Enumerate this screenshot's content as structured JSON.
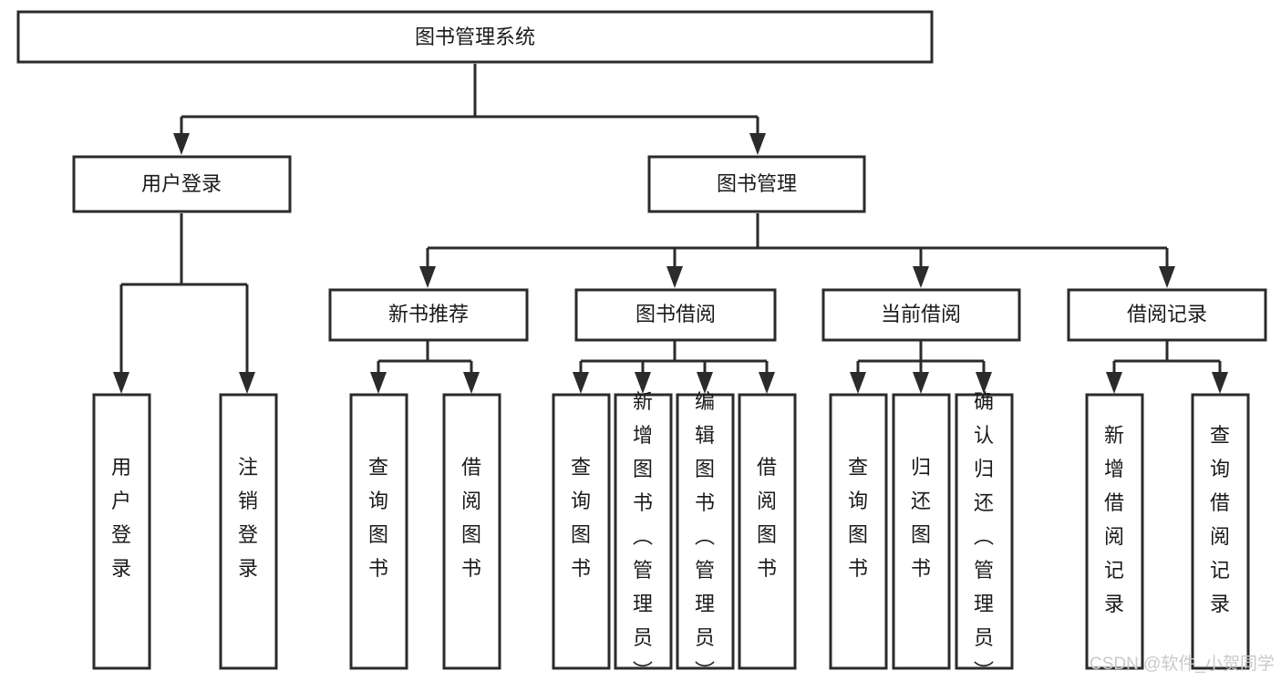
{
  "diagram": {
    "type": "tree",
    "title": "图书管理系统",
    "colors": {
      "box_stroke": "#2b2b2b",
      "box_fill": "#ffffff",
      "text": "#1a1a1a",
      "connector": "#2b2b2b",
      "watermark": "#c9c9c9",
      "background": "#ffffff"
    },
    "root": {
      "label": "图书管理系统",
      "orientation": "horizontal"
    },
    "level2": [
      {
        "label": "用户登录",
        "orientation": "horizontal"
      },
      {
        "label": "图书管理",
        "orientation": "horizontal"
      }
    ],
    "level3": [
      {
        "label": "新书推荐",
        "orientation": "horizontal"
      },
      {
        "label": "图书借阅",
        "orientation": "horizontal"
      },
      {
        "label": "当前借阅",
        "orientation": "horizontal"
      },
      {
        "label": "借阅记录",
        "orientation": "horizontal"
      }
    ],
    "leaves": {
      "user_login": [
        {
          "label": "用户登录",
          "orientation": "vertical"
        },
        {
          "label": "注销登录",
          "orientation": "vertical"
        }
      ],
      "new_book_recommend": [
        {
          "label": "查询图书",
          "orientation": "vertical"
        },
        {
          "label": "借阅图书",
          "orientation": "vertical"
        }
      ],
      "book_borrow": [
        {
          "label": "查询图书",
          "orientation": "vertical"
        },
        {
          "label": "新增图书（管理员）",
          "orientation": "vertical"
        },
        {
          "label": "编辑图书（管理员）",
          "orientation": "vertical"
        },
        {
          "label": "借阅图书",
          "orientation": "vertical"
        }
      ],
      "current_borrow": [
        {
          "label": "查询图书",
          "orientation": "vertical"
        },
        {
          "label": "归还图书",
          "orientation": "vertical"
        },
        {
          "label": "确认归还（管理员）",
          "orientation": "vertical"
        }
      ],
      "borrow_record": [
        {
          "label": "新增借阅记录",
          "orientation": "vertical"
        },
        {
          "label": "查询借阅记录",
          "orientation": "vertical"
        }
      ]
    }
  },
  "watermark": {
    "text": "CSDN @软件_小贺同学"
  }
}
